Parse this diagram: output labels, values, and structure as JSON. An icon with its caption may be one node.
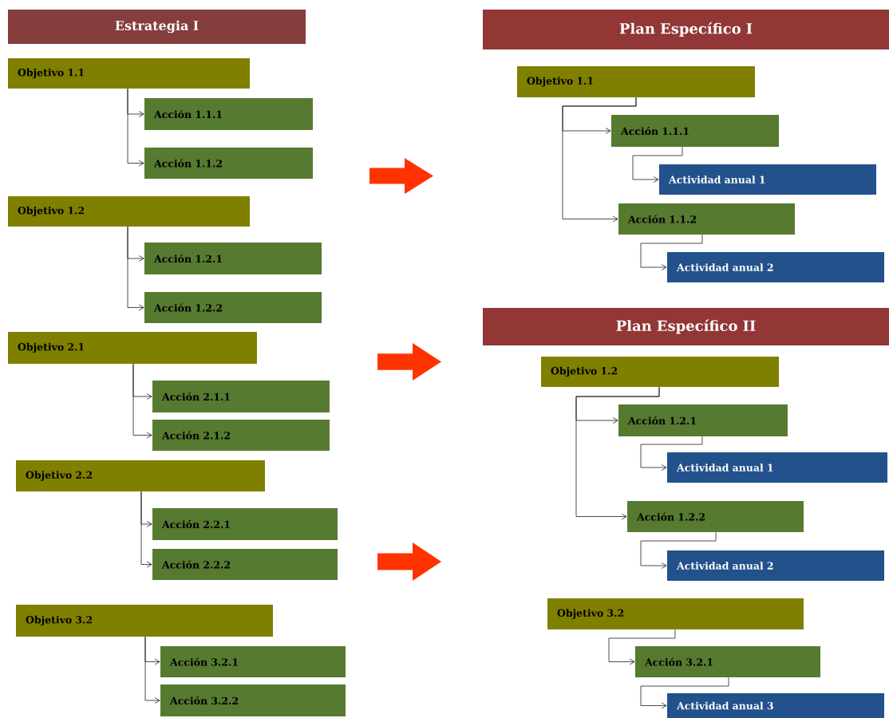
{
  "diagram": {
    "nodes": [
      {
        "text": [
          "Estrategia I"
        ]
      },
      {
        "text": [
          "Objetivo 1.1"
        ]
      },
      {
        "text": [
          "Acción 1.1.1"
        ]
      },
      {
        "text": [
          "Acción 1.1.2"
        ]
      },
      {
        "text": [
          "Objetivo 1.2"
        ]
      },
      {
        "text": [
          "Acción 1.2.1"
        ]
      },
      {
        "text": [
          "Acción 1.2.2"
        ]
      },
      {
        "text": [
          "Objetivo 2.1"
        ]
      },
      {
        "text": [
          "Acción 2.1.1"
        ]
      },
      {
        "text": [
          "Acción 2.1.2"
        ]
      },
      {
        "text": [
          "Objetivo 2.2"
        ]
      },
      {
        "text": [
          "Acción 2.2.1"
        ]
      },
      {
        "text": [
          "Acción 2.2.2"
        ]
      },
      {
        "text": [
          "Objetivo 3.2"
        ]
      },
      {
        "text": [
          "Acción 3.2.1"
        ]
      },
      {
        "text": [
          "Acción 3.2.2"
        ]
      },
      {
        "text": [
          "Plan Específico I"
        ]
      },
      {
        "text": [
          "Objetivo 1.1"
        ]
      },
      {
        "text": [
          "Acción 1.1.1"
        ]
      },
      {
        "text": [
          "Actividad anual 1"
        ]
      },
      {
        "text": [
          "Acción 1.1.2"
        ]
      },
      {
        "text": [
          "Actividad anual 2"
        ]
      },
      {
        "text": [
          "Plan Específico II"
        ]
      },
      {
        "text": [
          "Objetivo 1.2"
        ]
      },
      {
        "text": [
          "Acción 1.2.1"
        ]
      },
      {
        "text": [
          "Actividad anual 1"
        ]
      },
      {
        "text": [
          "Acción 1.2.2"
        ]
      },
      {
        "text": [
          "Actividad anual 2"
        ]
      },
      {
        "text": [
          "Objetivo 3.2"
        ]
      },
      {
        "text": [
          "Acción 3.2.1"
        ]
      },
      {
        "text": [
          "Actividad anual 3"
        ]
      }
    ],
    "edges": [
      {
        "from": 1,
        "to": 2,
        "arrow": "to"
      },
      {
        "from": 1,
        "to": 3,
        "arrow": "to"
      },
      {
        "from": 4,
        "to": 5,
        "arrow": "to"
      },
      {
        "from": 4,
        "to": 6,
        "arrow": "to"
      },
      {
        "from": 7,
        "to": 8,
        "arrow": "to"
      },
      {
        "from": 7,
        "to": 9,
        "arrow": "to"
      },
      {
        "from": 10,
        "to": 11,
        "arrow": "to"
      },
      {
        "from": 10,
        "to": 12,
        "arrow": "to"
      },
      {
        "from": 13,
        "to": 14,
        "arrow": "to"
      },
      {
        "from": 13,
        "to": 15,
        "arrow": "to"
      },
      {
        "from": 17,
        "to": 18,
        "arrow": "to"
      },
      {
        "from": 17,
        "to": 20,
        "arrow": "to"
      },
      {
        "from": 18,
        "to": 19,
        "arrow": "to"
      },
      {
        "from": 20,
        "to": 21,
        "arrow": "to"
      },
      {
        "from": 23,
        "to": 24,
        "arrow": "to"
      },
      {
        "from": 23,
        "to": 26,
        "arrow": "to"
      },
      {
        "from": 24,
        "to": 25,
        "arrow": "to"
      },
      {
        "from": 26,
        "to": 27,
        "arrow": "to"
      },
      {
        "from": 28,
        "to": 29,
        "arrow": "to"
      },
      {
        "from": 29,
        "to": 30,
        "arrow": "to"
      }
    ]
  }
}
